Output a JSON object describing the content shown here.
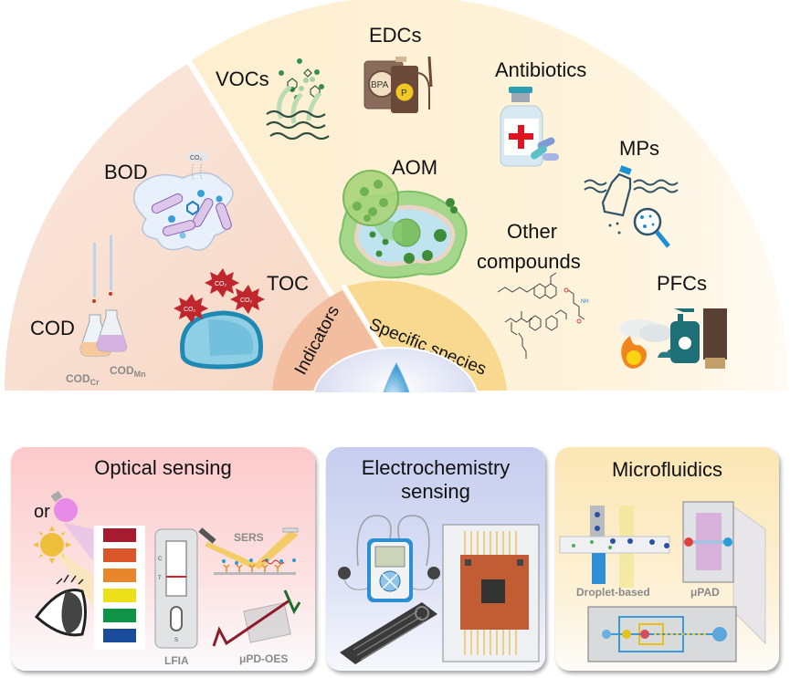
{
  "diagram": {
    "center_icon": "water-drop-icon",
    "segments": {
      "indicators": {
        "label": "Indicators",
        "color": "#f3c2a2",
        "items": [
          {
            "label": "BOD",
            "icon": "microbe-icon",
            "annotation": "CO₂"
          },
          {
            "label": "COD",
            "icon": "titration-flasks-icon",
            "sub_labels": [
              "COD",
              "Cr",
              "COD",
              "Mn"
            ]
          },
          {
            "label": "TOC",
            "icon": "cell-co2-icon",
            "annotation": "CO₂"
          }
        ]
      },
      "specific_species": {
        "label": "Specific species",
        "color": "#fae0a0",
        "items": [
          {
            "label": "VOCs",
            "icon": "volatile-molecules-icon"
          },
          {
            "label": "EDCs",
            "icon": "bpa-pesticide-icon",
            "badges": [
              "BPA",
              "P"
            ]
          },
          {
            "label": "Antibiotics",
            "icon": "medicine-vial-icon"
          },
          {
            "label": "AOM",
            "icon": "algae-pond-icon"
          },
          {
            "label": "MPs",
            "icon": "microplastic-bottle-icon"
          },
          {
            "label": "Other",
            "label2": "compounds",
            "icon": "chemical-structures-icon"
          },
          {
            "label": "PFCs",
            "icon": "foam-bottle-icon"
          }
        ]
      }
    }
  },
  "panels": {
    "optical": {
      "title": "Optical sensing",
      "or_label": "or",
      "color_strip": [
        "#a61b30",
        "#d8562a",
        "#e8862c",
        "#ece01b",
        "#0f9447",
        "#1b4c9b"
      ],
      "lfia_marks": [
        "C",
        "T",
        "S"
      ],
      "labels": {
        "lfia": "LFIA",
        "sers": "SERS",
        "upd": "μPD-OES"
      }
    },
    "electrochemistry": {
      "title": "Electrochemistry",
      "title2": "sensing"
    },
    "microfluidics": {
      "title": "Microfluidics",
      "labels": {
        "droplet": "Droplet-based",
        "upad": "μPAD"
      }
    }
  }
}
